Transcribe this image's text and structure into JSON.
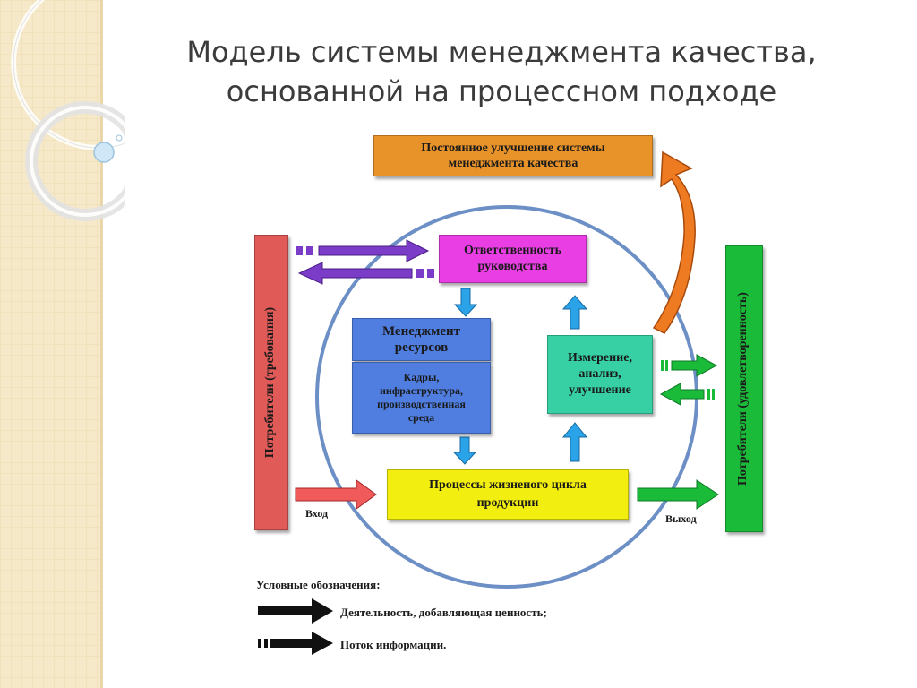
{
  "slide": {
    "title_line1": "Модель системы менеджмента качества,",
    "title_line2": "основанной на процессном подходе"
  },
  "diagram": {
    "improvement": "Постоянное улучшение системы менеджмента качества",
    "improvement_line1": "Постоянное улучшение системы",
    "improvement_line2": "менеджмента качества",
    "management_line1": "Ответственность",
    "management_line2": "руководства",
    "resources_line1": "Менеджмент",
    "resources_line2": "ресурсов",
    "resources_detail_line1": "Кадры,",
    "resources_detail_line2": "инфраструктура,",
    "resources_detail_line3": "производственная",
    "resources_detail_line4": "среда",
    "measurement_line1": "Измерение,",
    "measurement_line2": "анализ,",
    "measurement_line3": "улучшение",
    "lifecycle_line1": "Процессы жизненого цикла",
    "lifecycle_line2": "продукции",
    "customers_left": "Потребители (требования)",
    "customers_right": "Потребители (удовлетворенность)",
    "input_label": "Вход",
    "output_label": "Выход"
  },
  "legend": {
    "title": "Условные обозначения:",
    "value_activity": "Деятельность, добавляющая ценность;",
    "information_flow": "Поток информации."
  },
  "colors": {
    "orange": "#e8922a",
    "magenta": "#e83ee3",
    "blue": "#4f7ee0",
    "teal": "#36d0a4",
    "yellow": "#f2ee10",
    "red": "#e05a58",
    "green": "#1bbb3a",
    "purple": "#7b3cc8",
    "circle": "#6c8fc6",
    "sidebar": "#f5e6c4"
  },
  "icons": [
    "decorative-rings-icon"
  ]
}
